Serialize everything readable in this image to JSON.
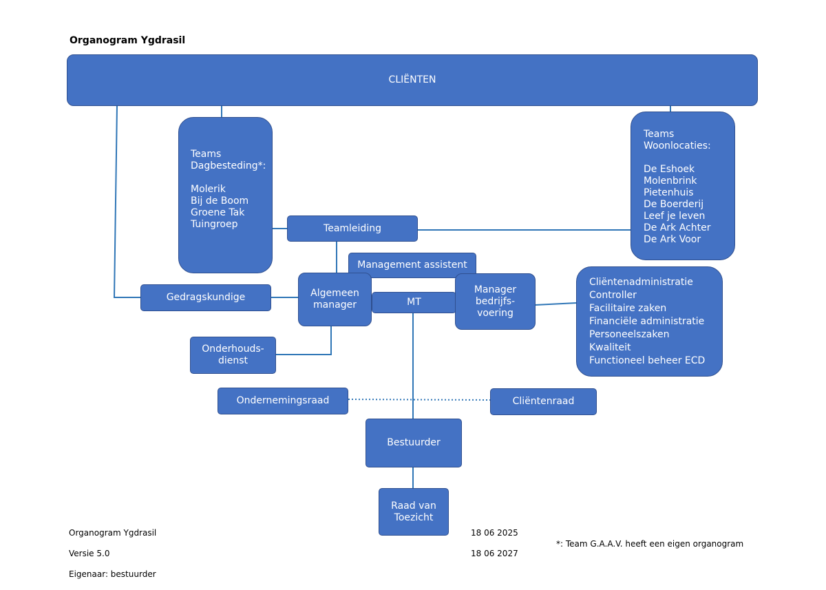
{
  "title": "Organogram Ygdrasil",
  "boxes": {
    "clienten": "CLIËNTEN",
    "dagbesteding": "Teams\nDagbesteding*:\n\nMolerik\nBij de Boom\nGroene Tak\nTuingroep",
    "woonlocaties": "Teams\nWoonlocaties:\n\nDe Eshoek\nMolenbrink\nPietenhuis\nDe Boerderij\nLeef je leven\nDe Ark Achter\nDe Ark Voor",
    "teamleiding": "Teamleiding",
    "management_assistent": "Management assistent",
    "algemeen_manager": "Algemeen\nmanager",
    "mt": "MT",
    "manager_bedrijfsvoering": "Manager\nbedrijfs-\nvoering",
    "bedrijfsvoering_afdelingen": "Cliëntenadministratie\nController\nFacilitaire zaken\nFinanciële administratie\nPersoneelszaken\nKwaliteit\nFunctioneel beheer ECD",
    "gedragskundige": "Gedragskundige",
    "onderhoudsdienst": "Onderhouds-\ndienst",
    "ondernemingsraad": "Ondernemingsraad",
    "clientenraad": "Cliëntenraad",
    "bestuurder": "Bestuurder",
    "raad_van_toezicht": "Raad van\nToezicht"
  },
  "footer": {
    "doc_title": "Organogram Ygdrasil",
    "version": "Versie 5.0",
    "owner": "Eigenaar: bestuurder",
    "date_1": "18 06 2025",
    "date_2": "18 06 2027",
    "note": "*: Team G.A.A.V. heeft een eigen organogram"
  },
  "colors": {
    "box_fill": "#4472c4",
    "box_border": "#2f4f8f",
    "connector": "#2e75b6"
  }
}
